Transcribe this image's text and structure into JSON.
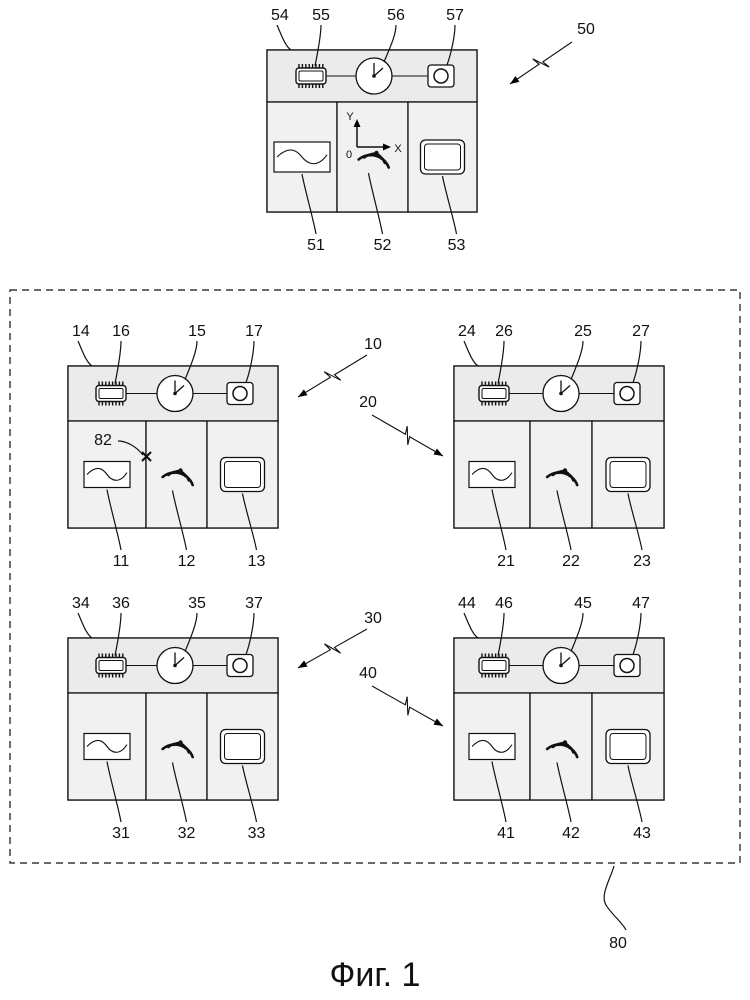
{
  "figure": {
    "caption": "Фиг. 1",
    "group_label": "80",
    "master_device": {
      "label": "50",
      "housing_label": "54",
      "chip_label": "55",
      "clock_label": "56",
      "camera_label": "57",
      "panel_labels": [
        "51",
        "52",
        "53"
      ],
      "axis": {
        "y": "Y",
        "x": "X",
        "origin": "0"
      }
    },
    "devices": [
      {
        "label": "10",
        "housing_label": "14",
        "chip_label": "16",
        "clock_label": "15",
        "camera_label": "17",
        "panel_labels": [
          "11",
          "12",
          "13"
        ],
        "fault_label": "82"
      },
      {
        "label": "20",
        "housing_label": "24",
        "chip_label": "26",
        "clock_label": "25",
        "camera_label": "27",
        "panel_labels": [
          "21",
          "22",
          "23"
        ]
      },
      {
        "label": "30",
        "housing_label": "34",
        "chip_label": "36",
        "clock_label": "35",
        "camera_label": "37",
        "panel_labels": [
          "31",
          "32",
          "33"
        ]
      },
      {
        "label": "40",
        "housing_label": "44",
        "chip_label": "46",
        "clock_label": "45",
        "camera_label": "47",
        "panel_labels": [
          "41",
          "42",
          "43"
        ]
      }
    ]
  }
}
